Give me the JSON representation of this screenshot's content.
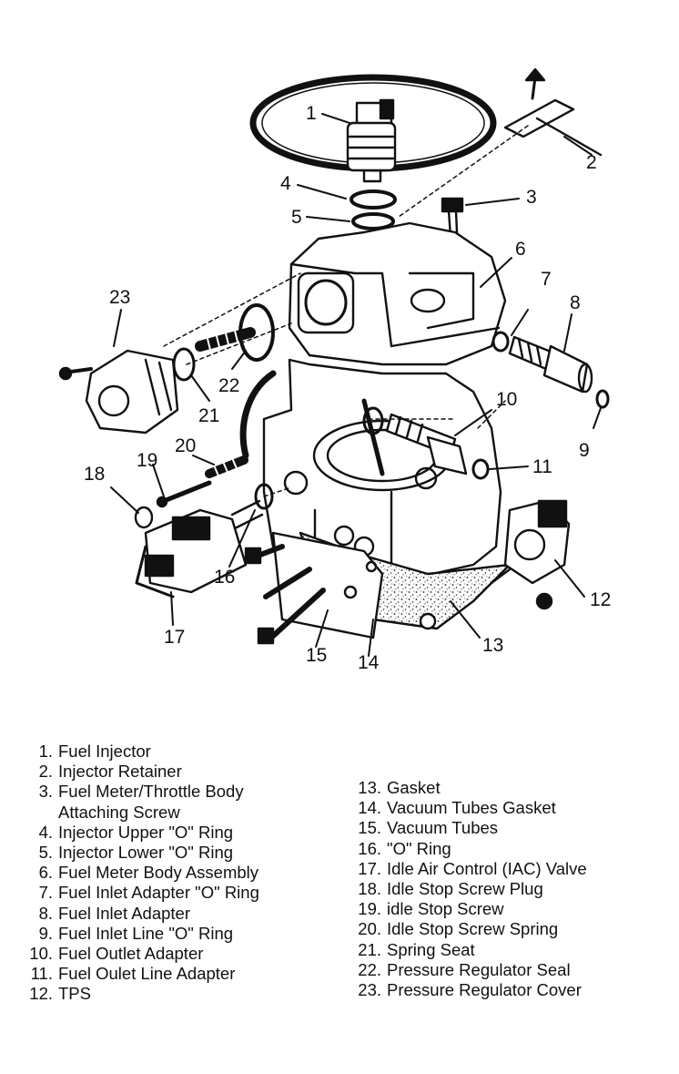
{
  "callouts": [
    "1",
    "2",
    "3",
    "4",
    "5",
    "6",
    "7",
    "8",
    "9",
    "10",
    "11",
    "12",
    "13",
    "14",
    "15",
    "16",
    "17",
    "18",
    "19",
    "20",
    "21",
    "22",
    "23"
  ],
  "legend_left": [
    {
      "num": "1.",
      "label": "Fuel Injector"
    },
    {
      "num": "2.",
      "label": "Injector Retainer"
    },
    {
      "num": "3.",
      "label": "Fuel Meter/Throttle Body"
    },
    {
      "num": "",
      "label": "Attaching Screw"
    },
    {
      "num": "4.",
      "label": "Injector Upper \"O\" Ring"
    },
    {
      "num": "5.",
      "label": "Injector Lower \"O\" Ring"
    },
    {
      "num": "6.",
      "label": "Fuel Meter Body Assembly"
    },
    {
      "num": "7.",
      "label": "Fuel Inlet Adapter \"O\" Ring"
    },
    {
      "num": "8.",
      "label": "Fuel Inlet Adapter"
    },
    {
      "num": "9.",
      "label": "Fuel Inlet Line \"O\" Ring"
    },
    {
      "num": "10.",
      "label": "Fuel Outlet Adapter"
    },
    {
      "num": "11.",
      "label": "Fuel Oulet Line Adapter"
    },
    {
      "num": "12.",
      "label": "TPS"
    }
  ],
  "legend_right": [
    {
      "num": "13.",
      "label": "Gasket"
    },
    {
      "num": "14.",
      "label": "Vacuum Tubes Gasket"
    },
    {
      "num": "15.",
      "label": "Vacuum Tubes"
    },
    {
      "num": "16.",
      "label": "\"O\" Ring"
    },
    {
      "num": "17.",
      "label": "Idle Air Control (IAC) Valve"
    },
    {
      "num": "18.",
      "label": "Idle Stop Screw Plug"
    },
    {
      "num": "19.",
      "label": "idle Stop Screw"
    },
    {
      "num": "20.",
      "label": "Idle Stop Screw Spring"
    },
    {
      "num": "21.",
      "label": "Spring Seat"
    },
    {
      "num": "22.",
      "label": "Pressure Regulator Seal"
    },
    {
      "num": "23.",
      "label": "Pressure Regulator Cover"
    }
  ]
}
